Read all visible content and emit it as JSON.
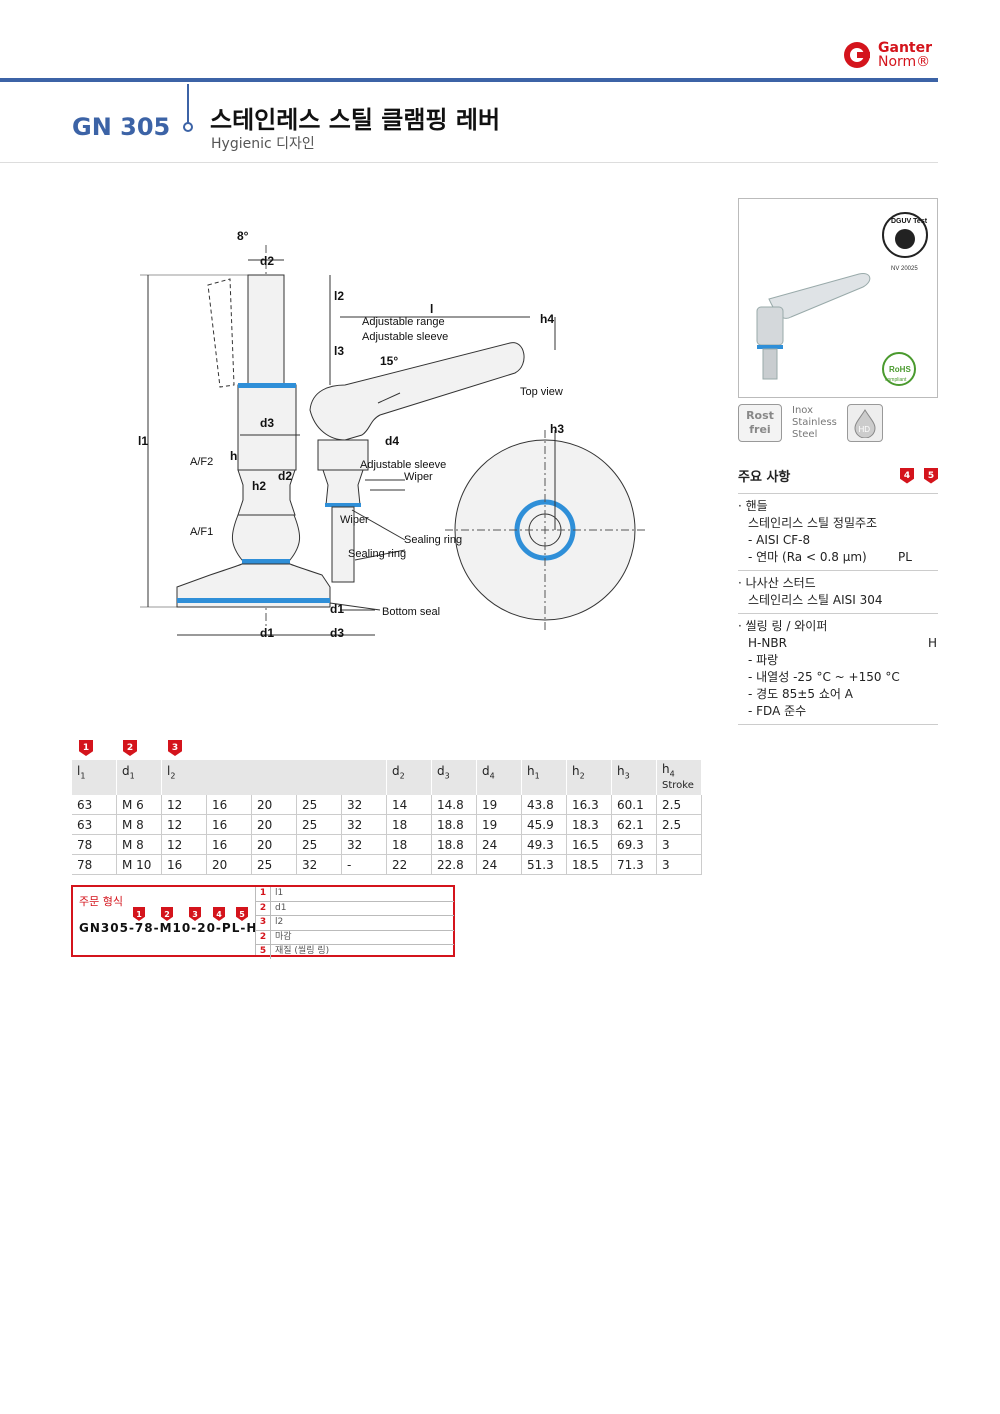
{
  "brand": {
    "line1": "Ganter",
    "line2": "Norm®"
  },
  "header": {
    "code": "GN 305",
    "title": "스테인레스 스틸 클램핑 레버",
    "subtitle": "Hygienic 디자인"
  },
  "drawing": {
    "angle_top": "8°",
    "angle_lever": "15°",
    "d2": "d2",
    "l2": "l2",
    "l3": "l3",
    "l": "l",
    "h4": "h4",
    "h3": "h3",
    "d3": "d3",
    "d4": "d4",
    "h1": "l1",
    "h": "h",
    "h2": "h2",
    "af2": "A/F2",
    "af1": "A/F1",
    "l1": "l1",
    "d1": "d1",
    "d1b": "d1",
    "d3b": "d3",
    "adjustable_range": "Adjustable range",
    "adjustable_sleeve": "Adjustable sleeve",
    "adjustable_sleeve2": "Adjustable sleeve",
    "wiper": "Wiper",
    "wiper2": "Wiper",
    "sealing_ring": "Sealing ring",
    "sealing_ring2": "Sealing ring",
    "bottom_seal": "Bottom seal",
    "top_view": "Top view"
  },
  "badges": {
    "rost": [
      "Rost",
      "frei"
    ],
    "inox": [
      "Inox",
      "Stainless",
      "Steel"
    ],
    "hd": "HD",
    "dguv": "DGUV Test",
    "nv": "NV 20025",
    "rohs": "RoHS",
    "rohs_sub": "compliant"
  },
  "features": {
    "heading": "주요 사항",
    "pins": [
      "4",
      "5"
    ],
    "groups": [
      {
        "rows": [
          {
            "text": "· 핸들",
            "code": ""
          },
          {
            "text": "스테인리스 스틸 정밀주조",
            "code": ""
          },
          {
            "text": "- AISI CF-8",
            "code": ""
          },
          {
            "text": "- 연마 (Ra < 0.8 µm)",
            "code": "PL"
          }
        ]
      },
      {
        "rows": [
          {
            "text": "· 나사산 스터드",
            "code": ""
          },
          {
            "text": "스테인리스 스틸 AISI 304",
            "code": ""
          }
        ]
      },
      {
        "rows": [
          {
            "text": "· 씰링 링 / 와이퍼",
            "code": ""
          },
          {
            "text": "H-NBR",
            "code": "H"
          },
          {
            "text": "- 파랑",
            "code": ""
          },
          {
            "text": "- 내열성 -25 °C ~ +150 °C",
            "code": ""
          },
          {
            "text": "- 경도 85±5 쇼어 A",
            "code": ""
          },
          {
            "text": "- FDA 준수",
            "code": ""
          }
        ]
      }
    ]
  },
  "table": {
    "pins": [
      "1",
      "2",
      "3"
    ],
    "headers": {
      "l1": [
        "l",
        "1"
      ],
      "d1": [
        "d",
        "1"
      ],
      "l2": [
        "l",
        "2"
      ],
      "d2": [
        "d",
        "2"
      ],
      "d3": [
        "d",
        "3"
      ],
      "d4": [
        "d",
        "4"
      ],
      "h1": [
        "h",
        "1"
      ],
      "h2": [
        "h",
        "2"
      ],
      "h3": [
        "h",
        "3"
      ],
      "h4": [
        "h",
        "4"
      ],
      "h4_note": "Stroke"
    },
    "rows": [
      [
        "63",
        "M  6",
        "12",
        "16",
        "20",
        "25",
        "32",
        "14",
        "14.8",
        "19",
        "43.8",
        "16.3",
        "60.1",
        "2.5"
      ],
      [
        "63",
        "M  8",
        "12",
        "16",
        "20",
        "25",
        "32",
        "18",
        "18.8",
        "19",
        "45.9",
        "18.3",
        "62.1",
        "2.5"
      ],
      [
        "78",
        "M  8",
        "12",
        "16",
        "20",
        "25",
        "32",
        "18",
        "18.8",
        "24",
        "49.3",
        "16.5",
        "69.3",
        "3"
      ],
      [
        "78",
        "M 10",
        "16",
        "20",
        "25",
        "32",
        "-",
        "22",
        "22.8",
        "24",
        "51.3",
        "18.5",
        "71.3",
        "3"
      ]
    ]
  },
  "order": {
    "title": "주문 형식",
    "pins": [
      "1",
      "2",
      "3",
      "4",
      "5"
    ],
    "code": "GN305-78-M10-20-PL-H",
    "items": [
      {
        "num": "1",
        "label": "l1"
      },
      {
        "num": "2",
        "label": "d1"
      },
      {
        "num": "3",
        "label": "l2"
      },
      {
        "num": "2",
        "label": "마감"
      },
      {
        "num": "5",
        "label": "재질 (씰링 링)"
      }
    ]
  },
  "colors": {
    "brand_red": "#d4141c",
    "accent_blue": "#3c63a6",
    "seal_blue": "#2f8fd8"
  }
}
